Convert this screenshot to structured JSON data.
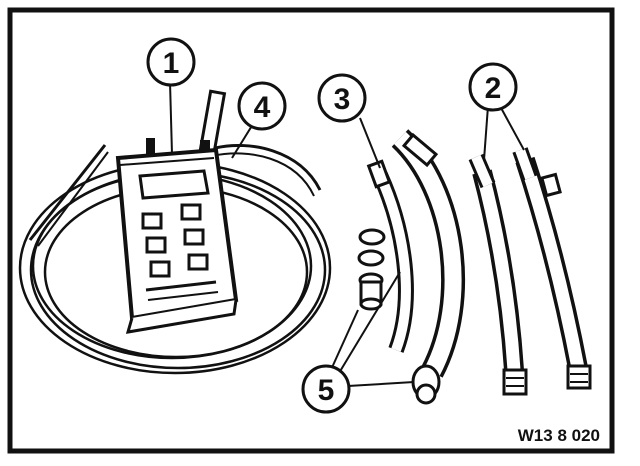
{
  "diagram": {
    "callouts": [
      {
        "id": "c1",
        "label": "1"
      },
      {
        "id": "c2",
        "label": "2"
      },
      {
        "id": "c3",
        "label": "3"
      },
      {
        "id": "c4",
        "label": "4"
      },
      {
        "id": "c5",
        "label": "5"
      }
    ],
    "figure_code": "W13 8 020"
  }
}
